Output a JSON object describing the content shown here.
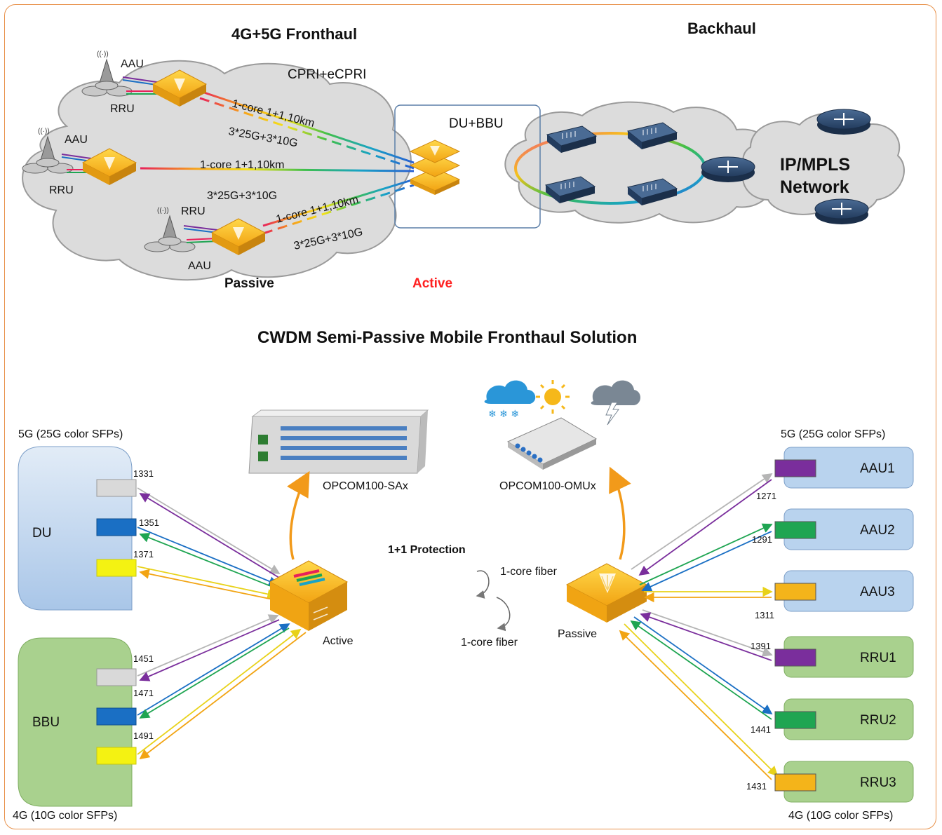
{
  "top": {
    "fronthaul_title": "4G+5G Fronthaul",
    "backhaul_title": "Backhaul",
    "cpri_label": "CPRI+eCPRI",
    "du_bbu_label": "DU+BBU",
    "passive_label": "Passive",
    "active_label": "Active",
    "ip_network_line1": "IP/MPLS",
    "ip_network_line2": "Network",
    "sites": [
      {
        "aau": "AAU",
        "rru": "RRU",
        "fiber": "1-core 1+1,10km",
        "rate": "3*25G+3*10G"
      },
      {
        "aau": "AAU",
        "rru": "RRU",
        "fiber": "1-core 1+1,10km",
        "rate": "3*25G+3*10G"
      },
      {
        "aau": "AAU",
        "rru": "RRU",
        "fiber": "1-core 1+1,10km",
        "rate": "3*25G+3*10G"
      }
    ]
  },
  "bottom": {
    "solution_title": "CWDM Semi-Passive Mobile Fronthaul Solution",
    "left_5g_caption": "5G (25G color SFPs)",
    "left_4g_caption": "4G (10G color SFPs)",
    "right_5g_caption": "5G (25G color SFPs)",
    "right_4g_caption": "4G (10G color SFPs)",
    "du_label": "DU",
    "bbu_label": "BBU",
    "du_ports": [
      "1331",
      "1351",
      "1371"
    ],
    "bbu_ports": [
      "1451",
      "1471",
      "1491"
    ],
    "remote_units": [
      {
        "name": "AAU1",
        "wavelength": "1271",
        "color": "#7a2e9c"
      },
      {
        "name": "AAU2",
        "wavelength": "1291",
        "color": "#1fa552"
      },
      {
        "name": "AAU3",
        "wavelength": "1311",
        "color": "#f4b41a"
      },
      {
        "name": "RRU1",
        "wavelength": "1391",
        "color": "#7a2e9c"
      },
      {
        "name": "RRU2",
        "wavelength": "1441",
        "color": "#1fa552"
      },
      {
        "name": "RRU3",
        "wavelength": "1431",
        "color": "#f4b41a"
      }
    ],
    "sax_label": "OPCOM100-SAx",
    "omux_label": "OPCOM100-OMUx",
    "protection_label": "1+1 Protection",
    "fiber_top_label": "1-core fiber",
    "fiber_bottom_label": "1-core fiber",
    "active_label": "Active",
    "passive_label": "Passive"
  },
  "colors": {
    "frame": "#e8914a",
    "du_box": "#b9d3ee",
    "bbu_box": "#a9d18e",
    "active_text": "#ff2020",
    "device_yellow": "#f6b81a"
  }
}
